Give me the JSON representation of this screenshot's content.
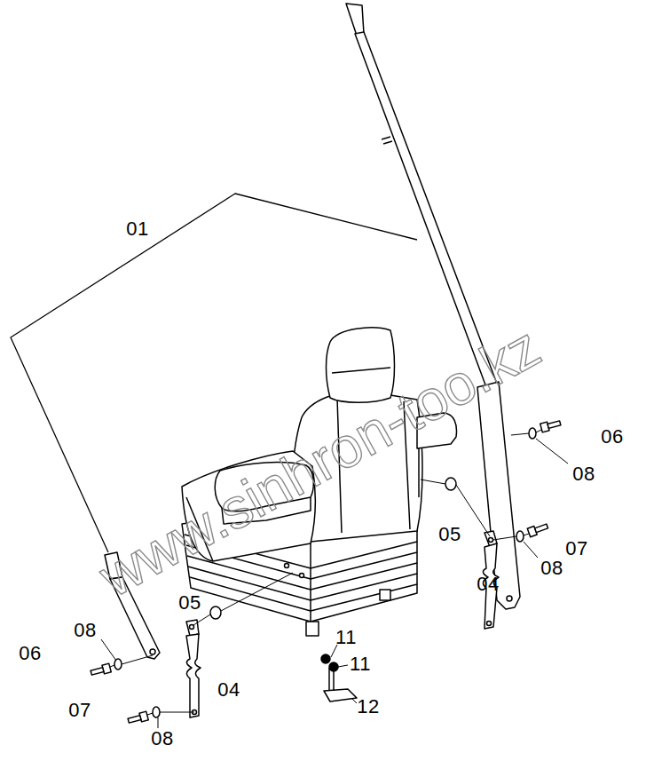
{
  "diagram": {
    "labels": [
      "01",
      "06",
      "08",
      "05",
      "07",
      "08",
      "04",
      "05",
      "08",
      "11",
      "06",
      "11",
      "04",
      "12",
      "07",
      "08",
      "www.sinhron-too.kz"
    ]
  }
}
